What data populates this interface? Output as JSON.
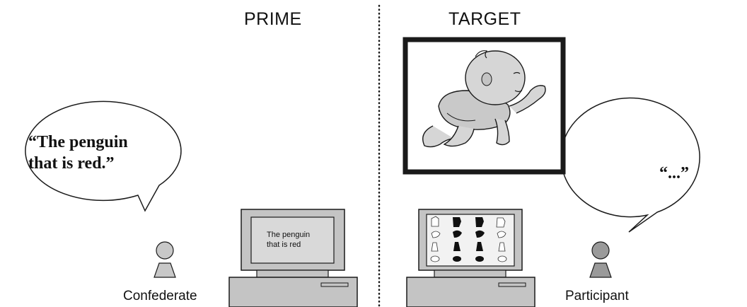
{
  "headings": {
    "prime": "PRIME",
    "target": "TARGET"
  },
  "confederate": {
    "label": "Confederate",
    "speech_line1": "“The penguin",
    "speech_line2": "that is red.”"
  },
  "participant": {
    "label": "Participant",
    "speech": "“...”"
  },
  "prime_screen": {
    "line1": "The penguin",
    "line2": "that is red"
  },
  "target_picture": {
    "subject": "crawling baby drawing",
    "icon": "baby-icon"
  },
  "colors": {
    "line": "#1a1a1a",
    "person_fill": "#c8c8c8",
    "participant_fill": "#9a9a9a",
    "computer_fill": "#c4c4c4",
    "screen_fill": "#d9d9d9"
  }
}
